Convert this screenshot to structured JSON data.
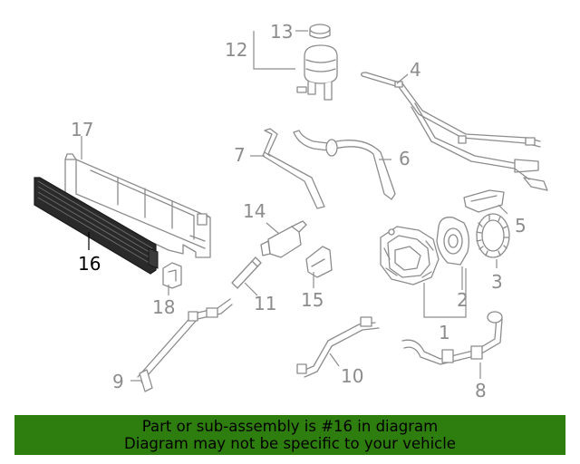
{
  "callouts": {
    "c1": "1",
    "c2": "2",
    "c3": "3",
    "c4": "4",
    "c5": "5",
    "c6": "6",
    "c7": "7",
    "c8": "8",
    "c9": "9",
    "c10": "10",
    "c11": "11",
    "c12": "12",
    "c13": "13",
    "c14": "14",
    "c15": "15",
    "c16": "16",
    "c17": "17",
    "c18": "18"
  },
  "highlighted_part": "16",
  "colors": {
    "banner": "#2e7d0f",
    "parts": "#8c8c8c",
    "highlight_part": "#3a3a3a",
    "highlight_label": "#000000"
  },
  "banner": {
    "line1": "Part or sub-assembly is #16 in diagram",
    "line2": "Diagram may not be specific to your vehicle"
  }
}
